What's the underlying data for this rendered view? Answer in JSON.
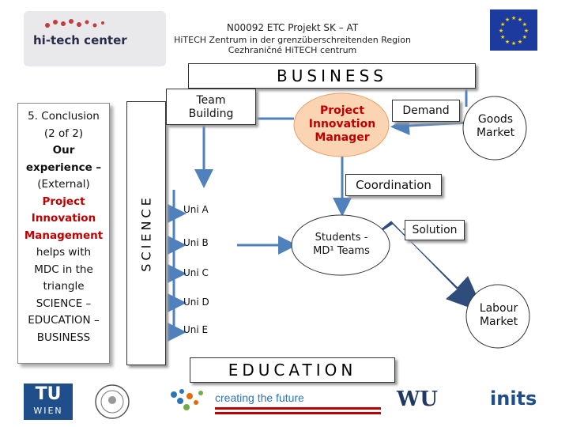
{
  "header": {
    "logo_text": "hi-tech center",
    "line1": "N00092 ETC Projekt SK – AT",
    "line2": "HiTECH Zentrum in der grenzüberschreitenden Region",
    "line3": "Cezhraničné HiTECH centrum"
  },
  "side_panel": {
    "l1": "5. Conclusion",
    "l2": "(2 of 2)",
    "l3": "Our",
    "l4": "experience –",
    "l5": "(External)",
    "l6": "Project",
    "l7": "Innovation",
    "l8": "Management",
    "l9": "helps with",
    "l10": "MDC in the",
    "l11": "triangle",
    "l12": "SCIENCE –",
    "l13": "EDUCATION –",
    "l14": "BUSINESS"
  },
  "diagram": {
    "business": "BUSINESS",
    "science": "SCIENCE",
    "education": "EDUCATION",
    "team_building": {
      "l1": "Team",
      "l2": "Building"
    },
    "pim": {
      "l1": "Project",
      "l2": "Innovation",
      "l3": "Manager"
    },
    "demand": "Demand",
    "goods_market": {
      "l1": "Goods",
      "l2": "Market"
    },
    "coordination": "Coordination",
    "students": {
      "l1": "Students -",
      "l2": "MD¹ Teams"
    },
    "solution": "Solution",
    "labour_market": {
      "l1": "Labour",
      "l2": "Market"
    },
    "unis": [
      "Uni A",
      "Uni B",
      "Uni C",
      "Uni D",
      "Uni E"
    ]
  },
  "footer": {
    "tu_l1": "TU",
    "tu_l2": "WIEN",
    "creating": "creating the future",
    "wu": "WU",
    "inits": "inits"
  },
  "colors": {
    "arrow_blue": "#4f81bd",
    "arrow_dark": "#2e4d7a",
    "red": "#c00000",
    "eu_blue": "#1d3a9e",
    "eu_star": "#ffdd00"
  }
}
